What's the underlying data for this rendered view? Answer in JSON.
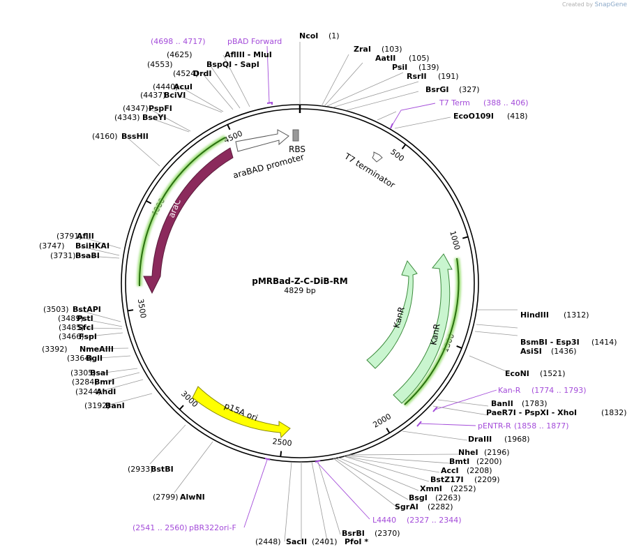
{
  "credit": {
    "prefix": "Created by",
    "brand": "SnapGene"
  },
  "plasmid": {
    "name": "pMRBad-Z-C-DiB-RM",
    "size_label": "4829 bp",
    "length": 4829
  },
  "ticks": [
    {
      "pos": 500,
      "label": "500"
    },
    {
      "pos": 1000,
      "label": "1000"
    },
    {
      "pos": 1500,
      "label": "1500"
    },
    {
      "pos": 2000,
      "label": "2000"
    },
    {
      "pos": 2500,
      "label": "2500"
    },
    {
      "pos": 3000,
      "label": "3000"
    },
    {
      "pos": 3500,
      "label": "3500"
    },
    {
      "pos": 4000,
      "label": "4000"
    },
    {
      "pos": 4500,
      "label": "4500"
    }
  ],
  "features": [
    {
      "id": "araC",
      "label": "araC",
      "color": "#8b2a5c"
    },
    {
      "id": "araBAD-promoter",
      "label": "araBAD promoter",
      "color": "#ffffff"
    },
    {
      "id": "RBS",
      "label": "RBS",
      "color": "#999999"
    },
    {
      "id": "T7-terminator",
      "label": "T7 terminator",
      "color": "#ffffff"
    },
    {
      "id": "KanR-1",
      "label": "KanR",
      "color": "#c9f5cf"
    },
    {
      "id": "KanR-2",
      "label": "KanR",
      "color": "#c9f5cf"
    },
    {
      "id": "p15A-ori",
      "label": "p15A ori",
      "color": "#ffff00"
    }
  ],
  "sites": [
    {
      "id": "ncoi",
      "name": "NcoI",
      "pos": "(1)"
    },
    {
      "id": "zrai",
      "name": "ZraI",
      "pos": "(103)"
    },
    {
      "id": "aatii",
      "name": "AatII",
      "pos": "(105)"
    },
    {
      "id": "psii",
      "name": "PsiI",
      "pos": "(139)"
    },
    {
      "id": "rsrii",
      "name": "RsrII",
      "pos": "(191)"
    },
    {
      "id": "bsrgi",
      "name": "BsrGI",
      "pos": "(327)"
    },
    {
      "id": "eco0109i",
      "name": "EcoO109I",
      "pos": "(418)"
    },
    {
      "id": "hindiii",
      "name": "HindIII",
      "pos": "(1312)"
    },
    {
      "id": "bsmbi",
      "name": "BsmBI  - Esp3I",
      "pos": "(1414)"
    },
    {
      "id": "asisi",
      "name": "AsiSI",
      "pos": "(1436)"
    },
    {
      "id": "econi",
      "name": "EcoNI",
      "pos": "(1521)"
    },
    {
      "id": "banii",
      "name": "BanII",
      "pos": "(1783)"
    },
    {
      "id": "paer7i",
      "name": "PaeR7I  - PspXI  - XhoI",
      "pos": "(1832)"
    },
    {
      "id": "draiii",
      "name": "DraIII",
      "pos": "(1968)"
    },
    {
      "id": "nhei",
      "name": "NheI",
      "pos": "(2196)"
    },
    {
      "id": "bmti",
      "name": "BmtI",
      "pos": "(2200)"
    },
    {
      "id": "acci",
      "name": "AccI",
      "pos": "(2208)"
    },
    {
      "id": "bstz17i",
      "name": "BstZ17I",
      "pos": "(2209)"
    },
    {
      "id": "xmni",
      "name": "XmnI",
      "pos": "(2252)"
    },
    {
      "id": "bsgi",
      "name": "BsgI",
      "pos": "(2263)"
    },
    {
      "id": "sgrai",
      "name": "SgrAI",
      "pos": "(2282)"
    },
    {
      "id": "bsrbi",
      "name": "BsrBI",
      "pos": "(2370)"
    },
    {
      "id": "pfoi",
      "name": "PfoI *",
      "pos": "(2401)"
    },
    {
      "id": "sacii",
      "name": "SacII",
      "pos": "(2448)"
    },
    {
      "id": "alwni",
      "name": "AlwNI",
      "pos": "(2799)"
    },
    {
      "id": "bstbi",
      "name": "BstBI",
      "pos": "(2933)"
    },
    {
      "id": "bani",
      "name": "BanI",
      "pos": "(3192)"
    },
    {
      "id": "ahdi",
      "name": "AhdI",
      "pos": "(3244)"
    },
    {
      "id": "bmri",
      "name": "BmrI",
      "pos": "(3284)"
    },
    {
      "id": "bsai",
      "name": "BsaI",
      "pos": "(3305)"
    },
    {
      "id": "bgli",
      "name": "BglI",
      "pos": "(3364)"
    },
    {
      "id": "nmeaiii",
      "name": "NmeAIII",
      "pos": "(3392)"
    },
    {
      "id": "fspi",
      "name": "FspI",
      "pos": "(3466)"
    },
    {
      "id": "sfci",
      "name": "SfcI",
      "pos": "(3485)"
    },
    {
      "id": "psti",
      "name": "PstI",
      "pos": "(3489)"
    },
    {
      "id": "bstapi",
      "name": "BstAPI",
      "pos": "(3503)"
    },
    {
      "id": "bsabi",
      "name": "BsaBI",
      "pos": "(3731)"
    },
    {
      "id": "bsihkai",
      "name": "BsiHKAI",
      "pos": "(3747)"
    },
    {
      "id": "afliii-2",
      "name": "AflII",
      "pos": "(3791)"
    },
    {
      "id": "bsshii",
      "name": "BssHII",
      "pos": "(4160)"
    },
    {
      "id": "bseyi",
      "name": "BseYI",
      "pos": "(4343)"
    },
    {
      "id": "pspfi",
      "name": "PspFI",
      "pos": "(4347)"
    },
    {
      "id": "bcivi",
      "name": "BciVI",
      "pos": "(4437)"
    },
    {
      "id": "acui",
      "name": "AcuI",
      "pos": "(4440)"
    },
    {
      "id": "drdi",
      "name": "DrdI",
      "pos": "(4524)"
    },
    {
      "id": "bspqi",
      "name": "BspQI  - SapI",
      "pos": "(4553)"
    },
    {
      "id": "afliii",
      "name": "AflIII  - MluI",
      "pos": "(4625)"
    }
  ],
  "primers": [
    {
      "id": "pbad-forward",
      "name": "pBAD Forward",
      "range": "(4698 .. 4717)"
    },
    {
      "id": "t7-term",
      "name": "T7 Term",
      "range": "(388 .. 406)"
    },
    {
      "id": "kan-r",
      "name": "Kan-R",
      "range": "(1774 .. 1793)"
    },
    {
      "id": "pentr-r",
      "name": "pENTR-R",
      "range": "(1858 .. 1877)"
    },
    {
      "id": "l4440",
      "name": "L4440",
      "range": "(2327 .. 2344)"
    },
    {
      "id": "pbr322ori-f",
      "name": "pBR322ori-F",
      "range": "(2541 .. 2560)"
    }
  ]
}
